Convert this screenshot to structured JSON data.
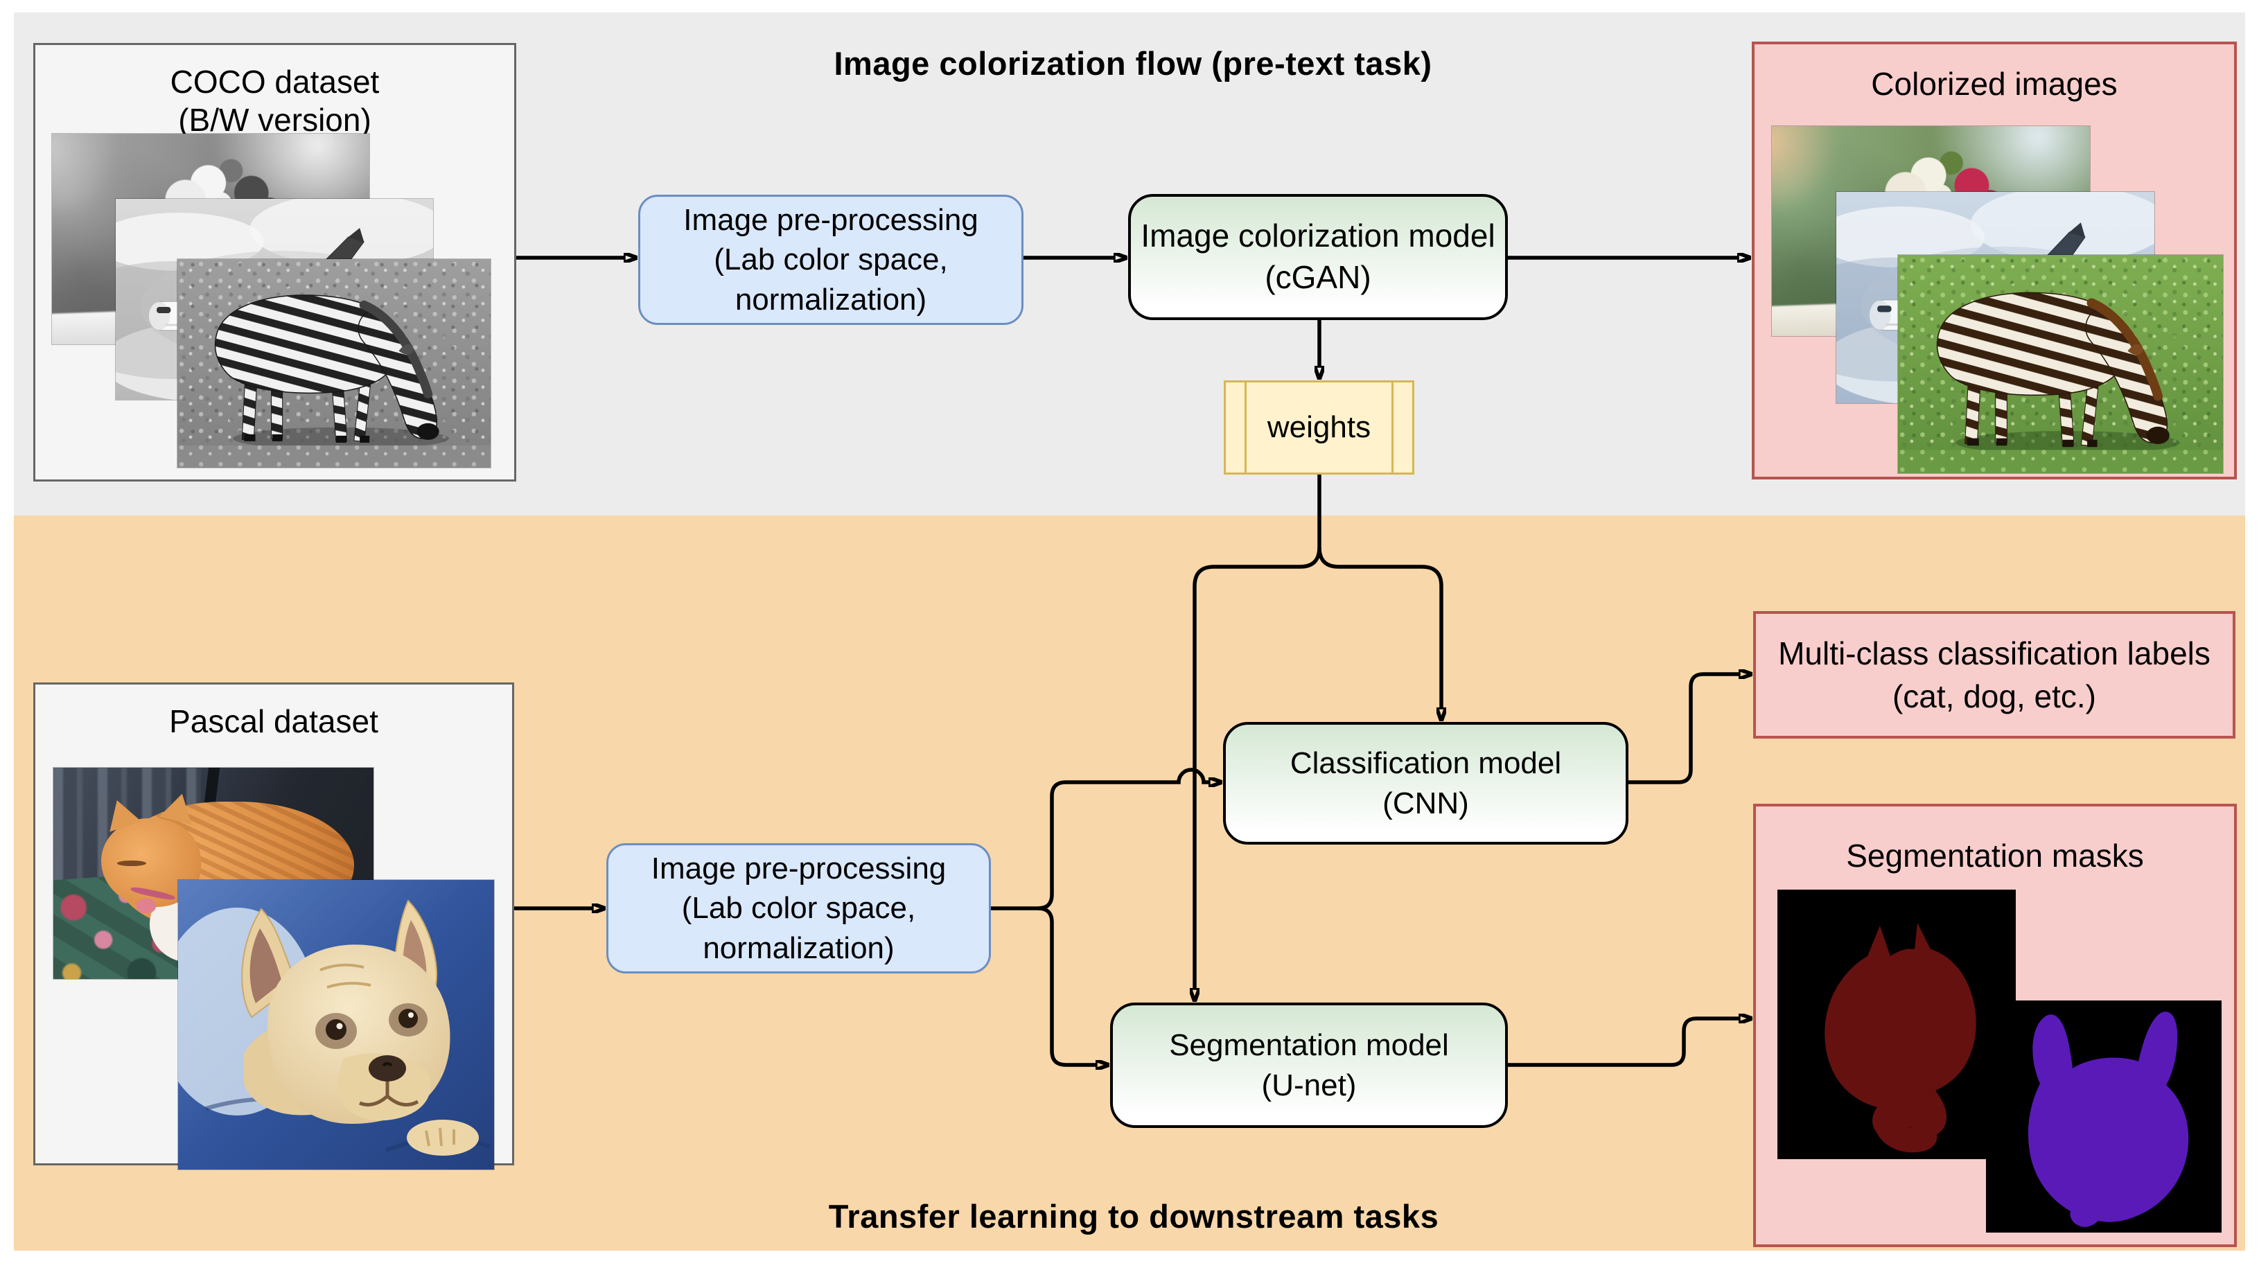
{
  "titles": {
    "pretext": "Image colorization flow (pre-text task)",
    "downstream": "Transfer learning to downstream tasks"
  },
  "nodes": {
    "coco": {
      "line1": "COCO dataset",
      "line2": "(B/W version)"
    },
    "pre1": {
      "line1": "Image pre-processing",
      "line2": "(Lab color space,",
      "line3": "normalization)"
    },
    "cgan": {
      "line1": "Image colorization model",
      "line2": "(cGAN)"
    },
    "weights": {
      "label": "weights"
    },
    "colorized": {
      "title": "Colorized images"
    },
    "pascal": {
      "title": "Pascal dataset"
    },
    "pre2": {
      "line1": "Image pre-processing",
      "line2": "(Lab color space,",
      "line3": "normalization)"
    },
    "cls": {
      "line1": "Classification model",
      "line2": "(CNN)"
    },
    "seg": {
      "line1": "Segmentation model",
      "line2": "(U-net)"
    },
    "labels": {
      "line1": "Multi-class classification labels",
      "line2": "(cat, dog, etc.)"
    },
    "masks": {
      "title": "Segmentation masks"
    }
  },
  "photos": {
    "coco_images": [
      "bw-flowers-photo",
      "bw-airplane-photo",
      "bw-zebra-photo"
    ],
    "colorized_images": [
      "flowers-photo",
      "airplane-photo",
      "zebra-photo"
    ],
    "pascal_images": [
      "cat-photo",
      "dog-photo"
    ],
    "mask_images": [
      "cat-mask",
      "dog-mask"
    ]
  },
  "colors": {
    "pretext_band": "#ececec",
    "downstream_band": "#f8d7aa",
    "dataset_fill": "#f5f5f5",
    "dataset_border": "#666666",
    "process_fill": "#dae8fc",
    "process_border": "#6c8ebf",
    "model_fill_top": "#d5e8d4",
    "model_fill_bottom": "#ffffff",
    "model_border": "#000000",
    "weights_fill": "#fff2cc",
    "weights_border": "#d6b656",
    "output_fill": "#f8cecc",
    "output_border": "#b85450",
    "cat_mask": "#651110",
    "dog_mask": "#5a1ab8",
    "arrow": "#000000"
  }
}
